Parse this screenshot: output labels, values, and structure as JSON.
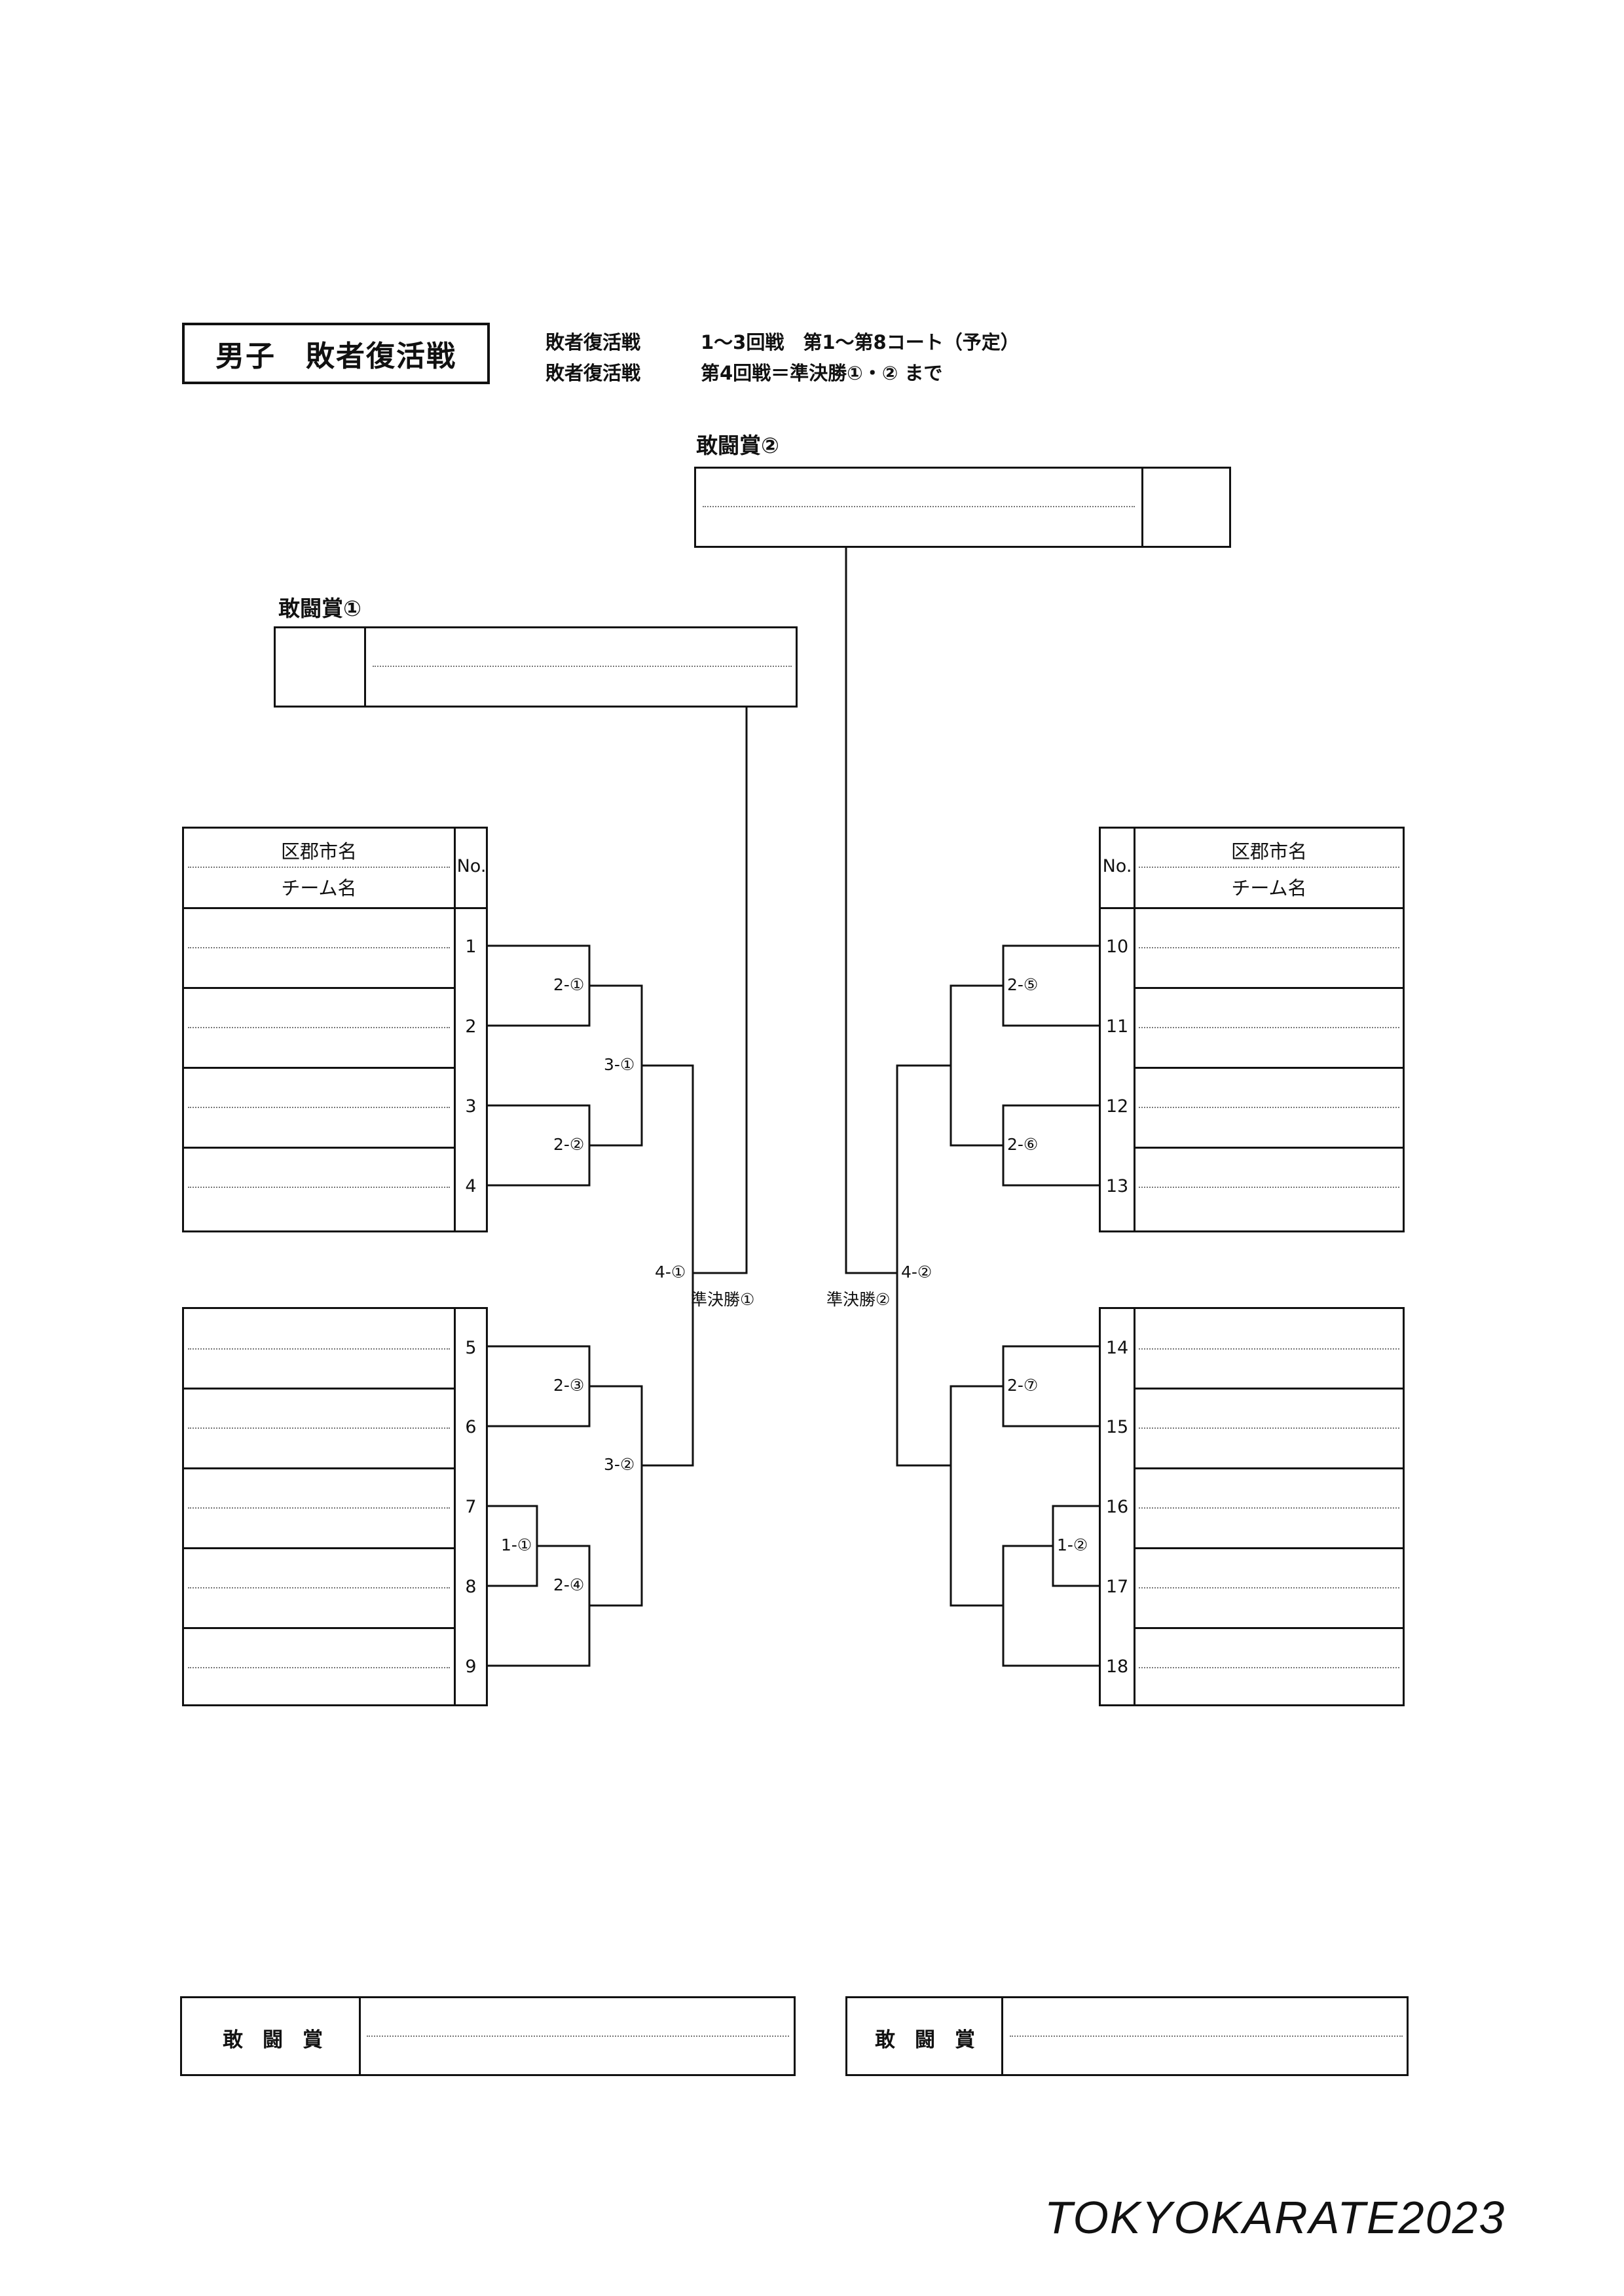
{
  "header": {
    "title": "男子　敗者復活戦",
    "notes": [
      {
        "label": "敗者復活戦",
        "text": "1～3回戦　第1～第8コート（予定）"
      },
      {
        "label": "敗者復活戦",
        "text": "第4回戦＝準決勝①・② まで"
      }
    ]
  },
  "awards": {
    "award1": "敢闘賞①",
    "award2": "敢闘賞②"
  },
  "table_headers": {
    "district": "区郡市名",
    "team": "チーム名",
    "no": "No."
  },
  "left_numbers": [
    "1",
    "2",
    "3",
    "4",
    "5",
    "6",
    "7",
    "8",
    "9"
  ],
  "right_numbers": [
    "10",
    "11",
    "12",
    "13",
    "14",
    "15",
    "16",
    "17",
    "18"
  ],
  "match_labels": {
    "m1_1": "1-①",
    "m1_2": "1-②",
    "m2_1": "2-①",
    "m2_2": "2-②",
    "m2_3": "2-③",
    "m2_4": "2-④",
    "m2_5": "2-⑤",
    "m2_6": "2-⑥",
    "m2_7": "2-⑦",
    "m3_1": "3-①",
    "m3_2": "3-②",
    "m4_1": "4-①",
    "m4_2": "4-②",
    "semi1": "準決勝①",
    "semi2": "準決勝②"
  },
  "bottom": {
    "left_label": "敢闘賞",
    "right_label": "敢闘賞"
  },
  "footer": "TOKYOKARATE2023"
}
